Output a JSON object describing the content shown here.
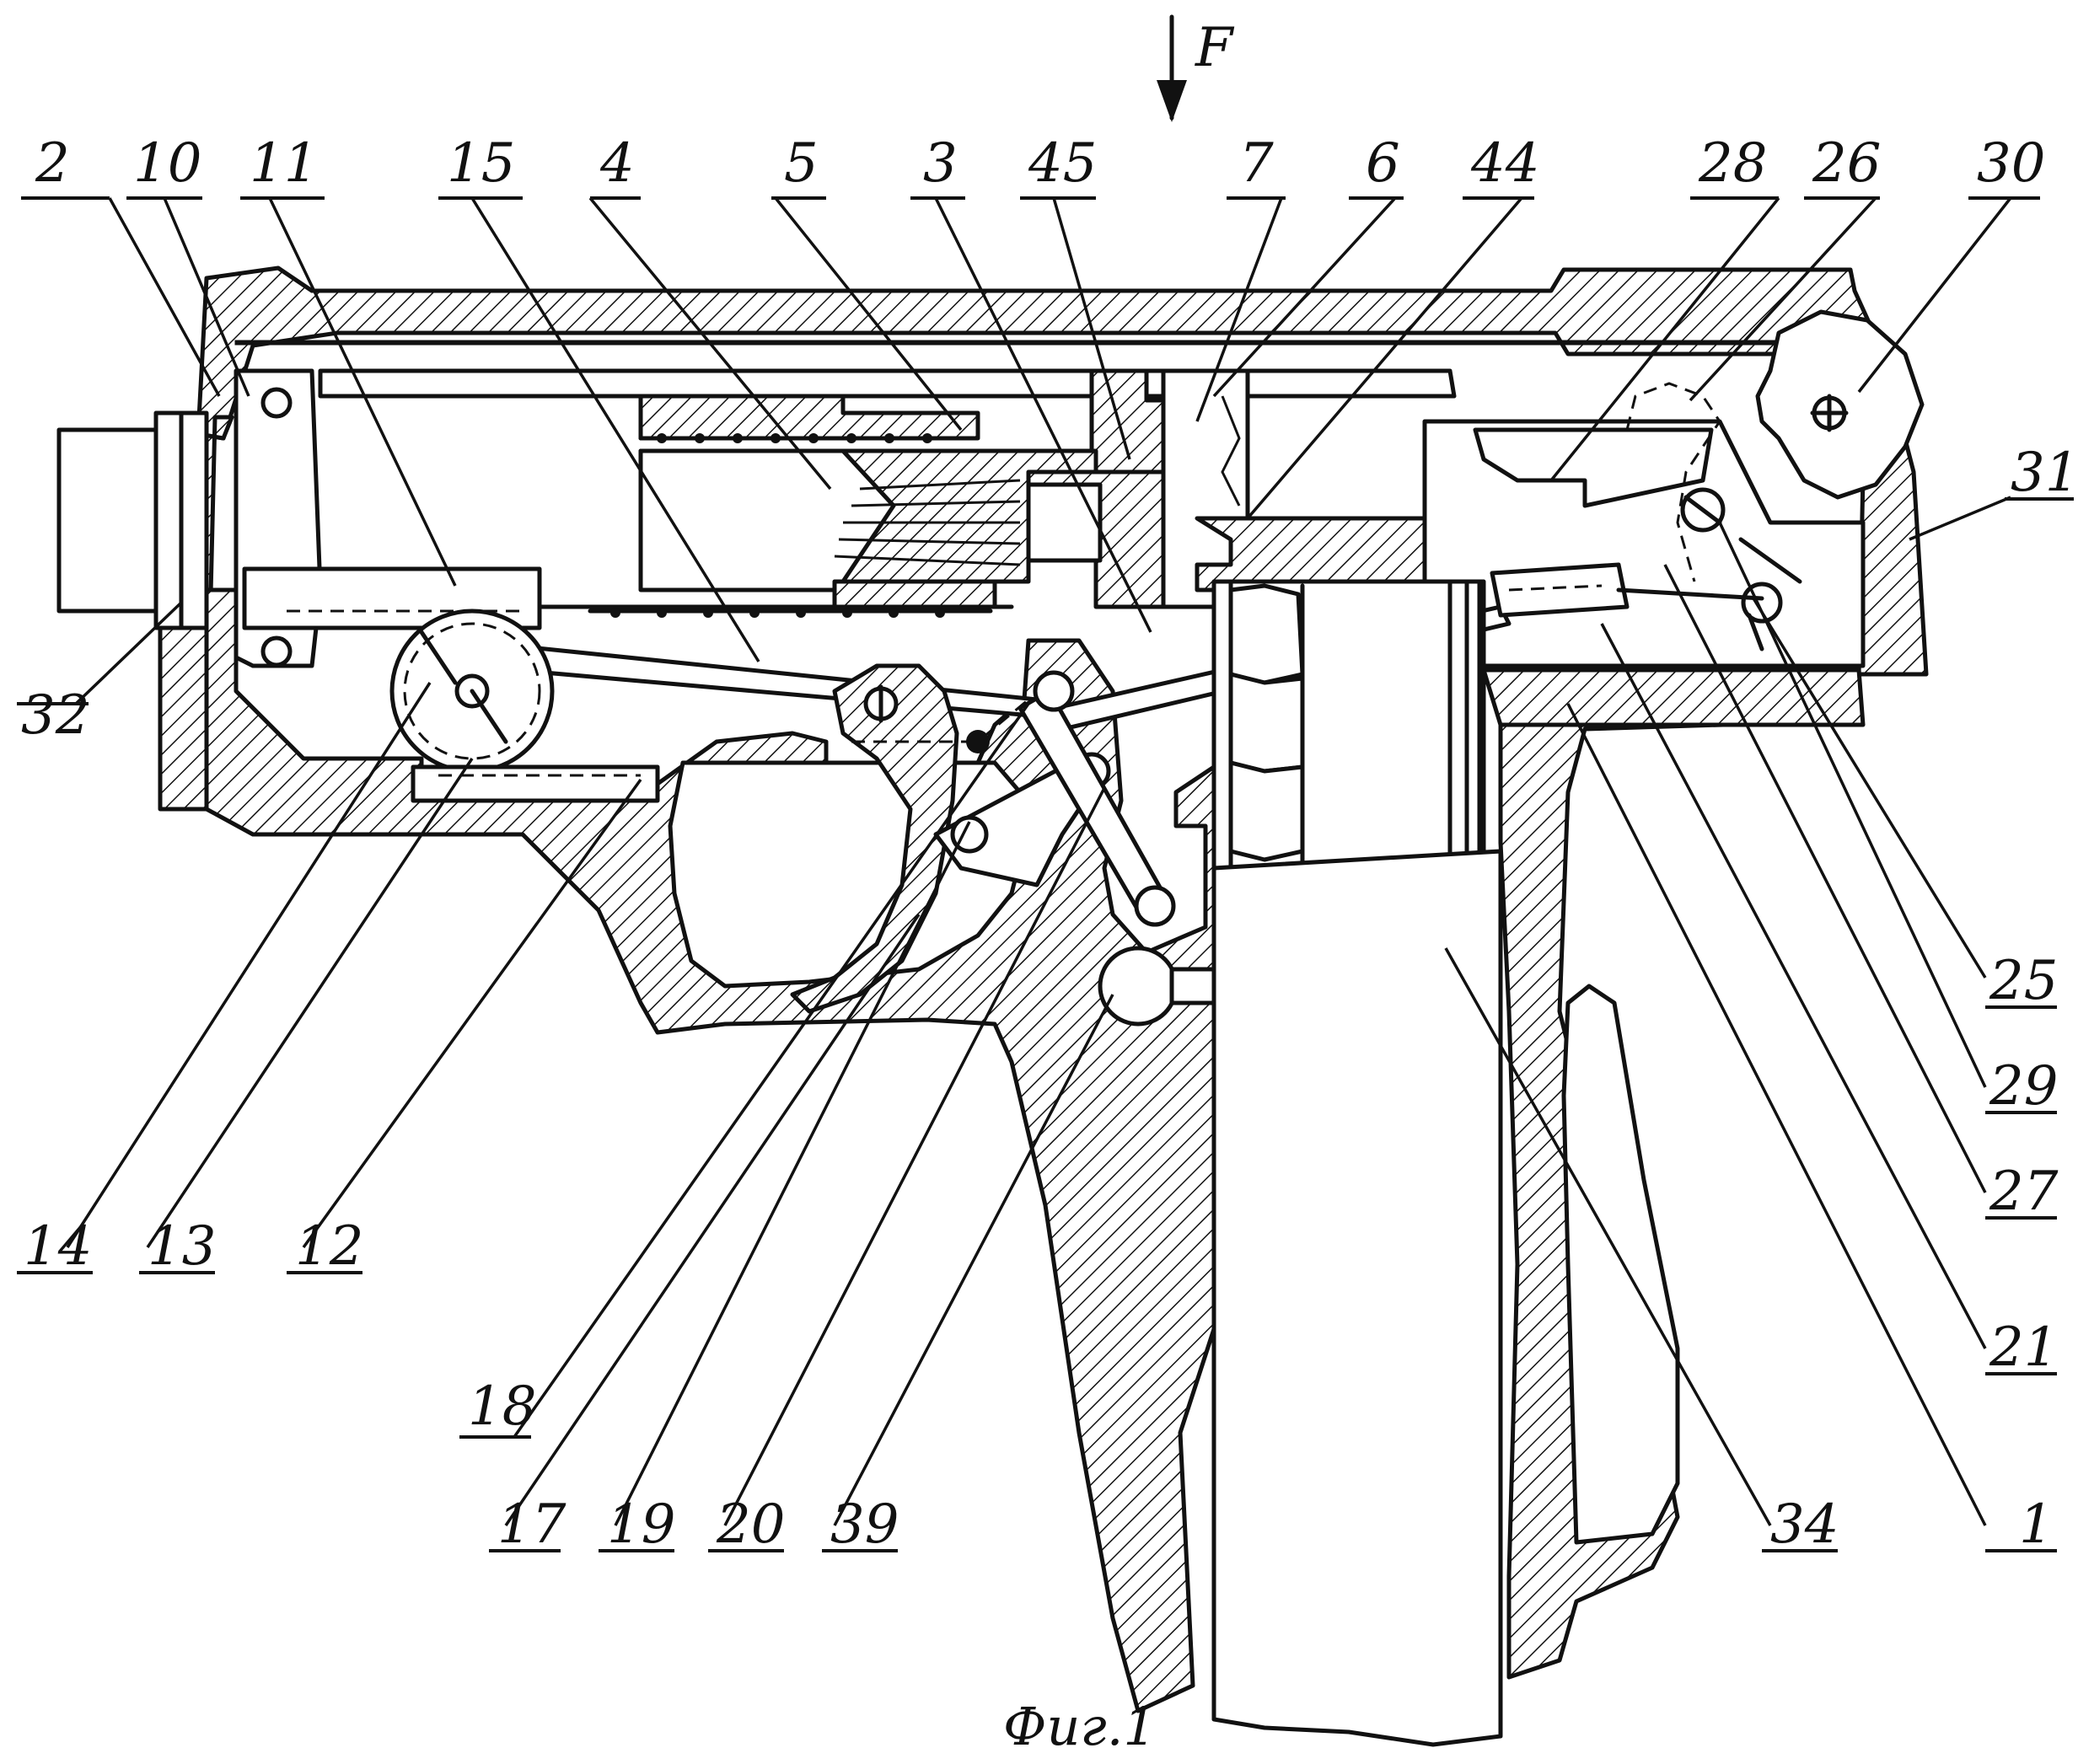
{
  "force_label": "F",
  "caption": "Фиг.1",
  "labels": {
    "n2": "2",
    "n10": "10",
    "n11": "11",
    "n15": "15",
    "n4": "4",
    "n5": "5",
    "n3": "3",
    "n45": "45",
    "n7": "7",
    "n6": "6",
    "n44": "44",
    "n28": "28",
    "n26": "26",
    "n30": "30",
    "n31": "31",
    "n32": "32",
    "n25": "25",
    "n29": "29",
    "n27": "27",
    "n21": "21",
    "n1": "1",
    "n34": "34",
    "n39": "39",
    "n20": "20",
    "n19": "19",
    "n17": "17",
    "n18": "18",
    "n14": "14",
    "n13": "13",
    "n12": "12"
  }
}
